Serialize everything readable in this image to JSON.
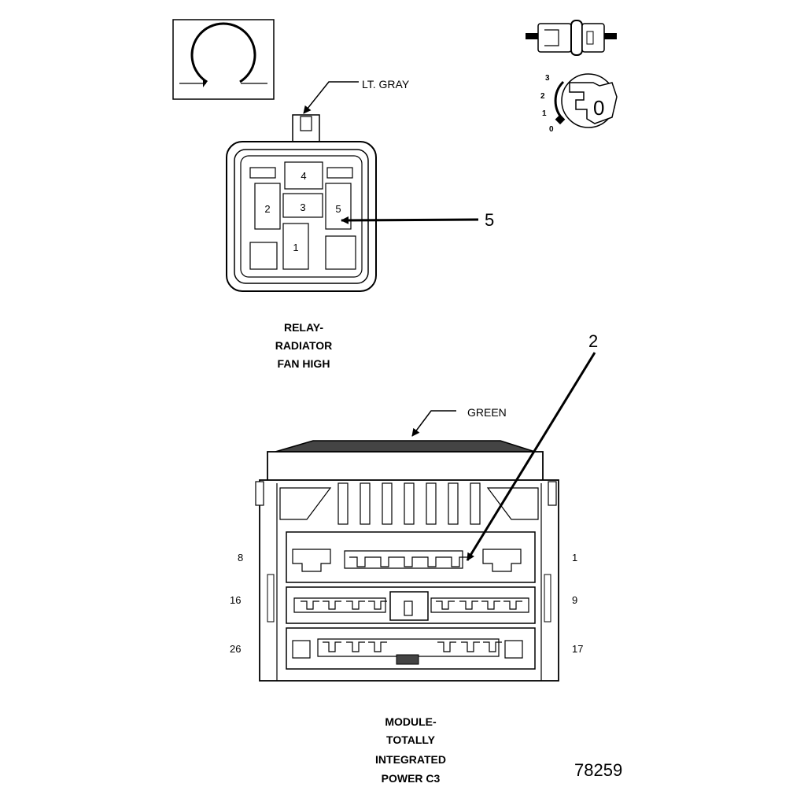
{
  "relay": {
    "wire_color": "LT. GRAY",
    "pins": [
      "1",
      "2",
      "3",
      "4",
      "5"
    ],
    "callout": "5",
    "caption": [
      "RELAY-",
      "RADIATOR",
      "FAN HIGH"
    ]
  },
  "key_switch": {
    "positions": [
      "3",
      "2",
      "1",
      "0"
    ],
    "key_label": "0"
  },
  "module": {
    "wire_color": "GREEN",
    "callout": "2",
    "row_labels": {
      "row1_left": "8",
      "row1_right": "1",
      "row2_left": "16",
      "row2_right": "9",
      "row3_left": "26",
      "row3_right": "17"
    },
    "caption": [
      "MODULE-",
      "TOTALLY",
      "INTEGRATED",
      "POWER C3"
    ]
  },
  "figure_id": "78259",
  "icons": {
    "rotation": "rotation-view-icon",
    "connector": "inline-connector-icon",
    "key": "key-switch-icon"
  }
}
